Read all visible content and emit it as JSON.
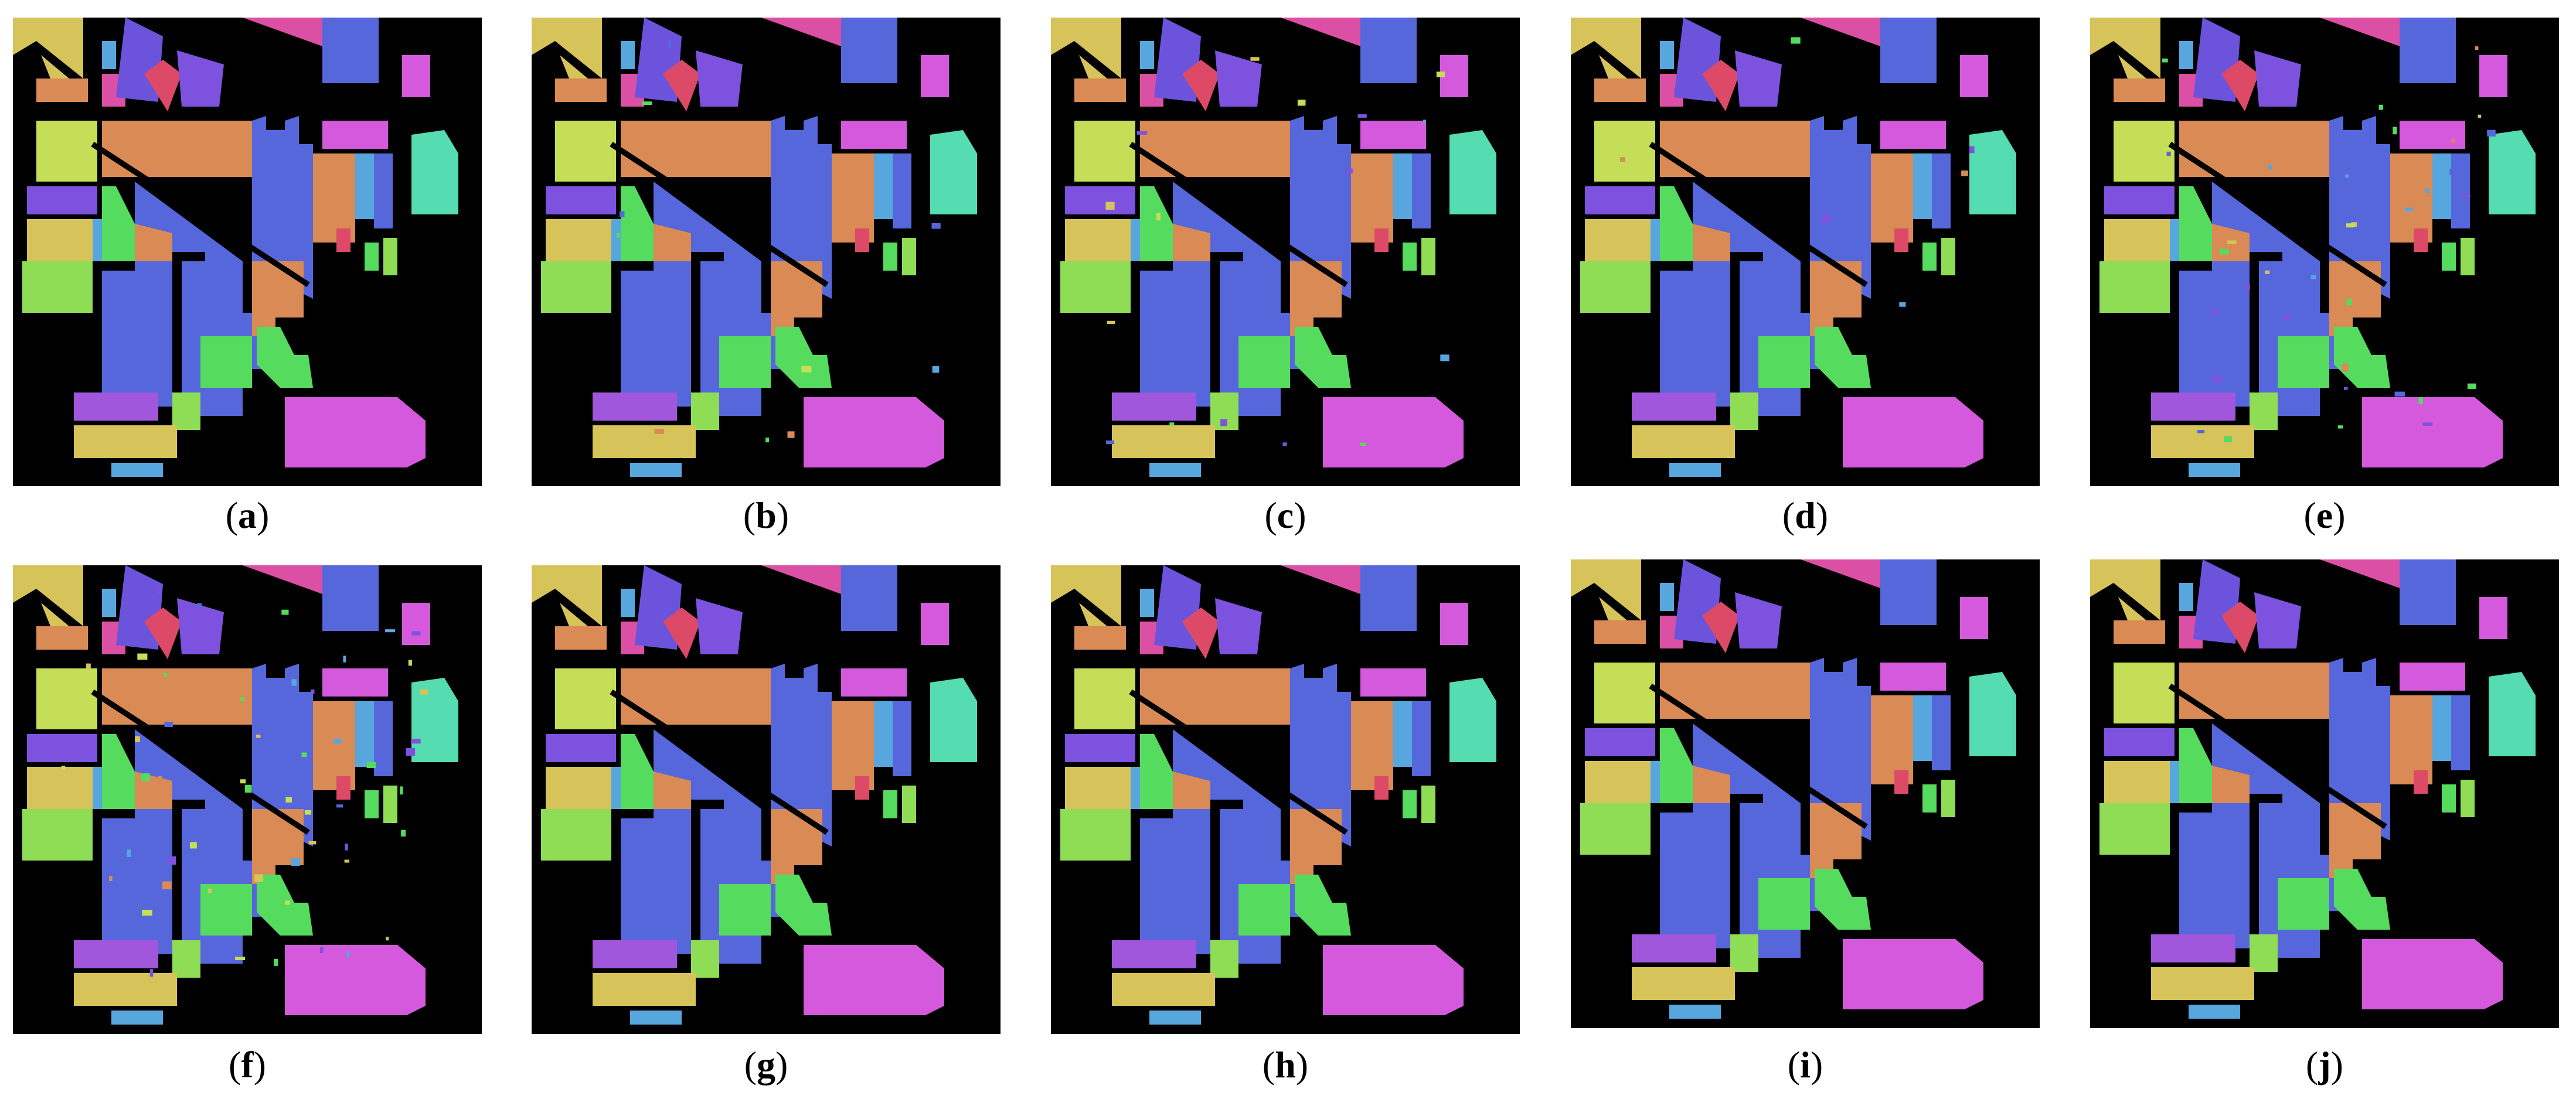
{
  "palette": {
    "background": "#000000",
    "yellow": "#d6c35a",
    "light_blue": "#57a6de",
    "purple": "#6c53db",
    "pink": "#db4fa4",
    "red": "#dc4a68",
    "blue": "#5567db",
    "orange": "#d98a55",
    "lime": "#c5de58",
    "violet": "#7c52de",
    "green": "#55dc5e",
    "light_green": "#8fdc55",
    "teal": "#55dcb0",
    "magenta": "#d559dc",
    "lavender": "#a057dc",
    "coral": "#d75e4f"
  },
  "panels": [
    {
      "label": "a",
      "noise": 0.0
    },
    {
      "label": "b",
      "noise": 0.02
    },
    {
      "label": "c",
      "noise": 0.03
    },
    {
      "label": "d",
      "noise": 0.01
    },
    {
      "label": "e",
      "noise": 0.06
    },
    {
      "label": "f",
      "noise": 0.09
    },
    {
      "label": "g",
      "noise": 0.0
    },
    {
      "label": "h",
      "noise": 0.0
    },
    {
      "label": "i",
      "noise": 0.0
    },
    {
      "label": "j",
      "noise": 0.0
    }
  ]
}
